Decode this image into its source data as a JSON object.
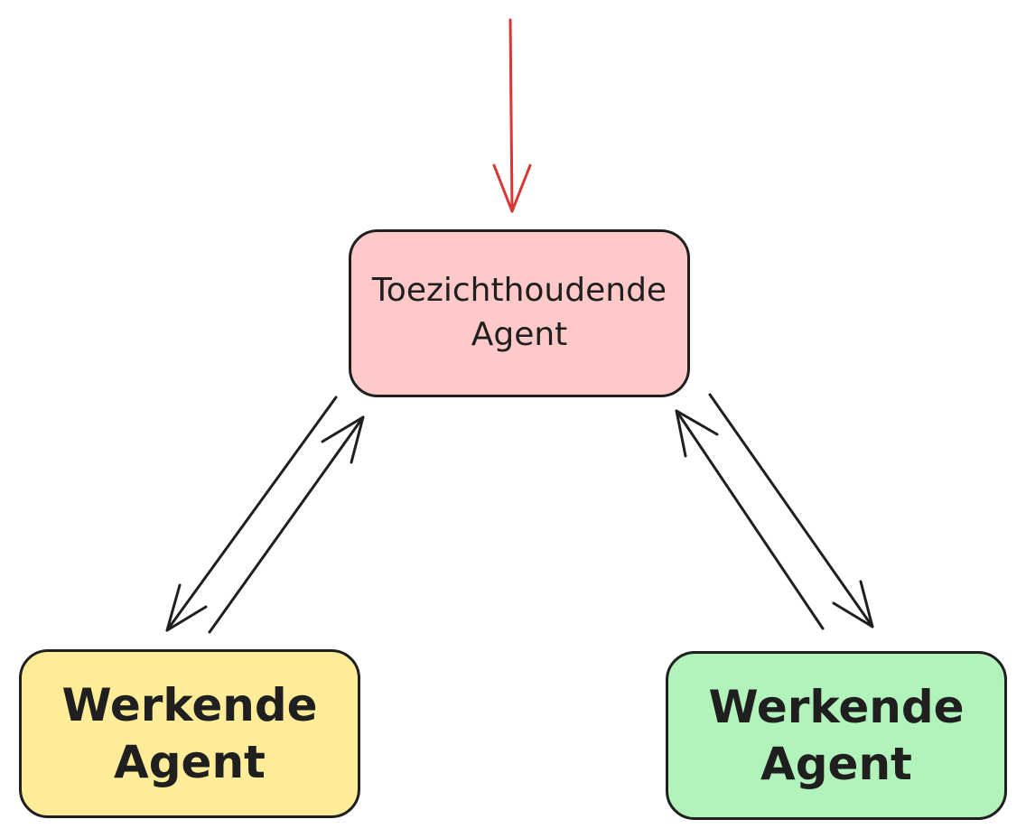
{
  "colors": {
    "stroke": "#1f1f1f",
    "input_arrow": "#d93636",
    "supervisor_fill": "#ffc9c9",
    "worker_left_fill": "#ffec99",
    "worker_right_fill": "#b2f2bb"
  },
  "nodes": {
    "supervisor": {
      "line1": "Toezichthoudende",
      "line2": "Agent"
    },
    "worker_left": {
      "line1": "Werkende",
      "line2": "Agent"
    },
    "worker_right": {
      "line1": "Werkende",
      "line2": "Agent"
    }
  }
}
